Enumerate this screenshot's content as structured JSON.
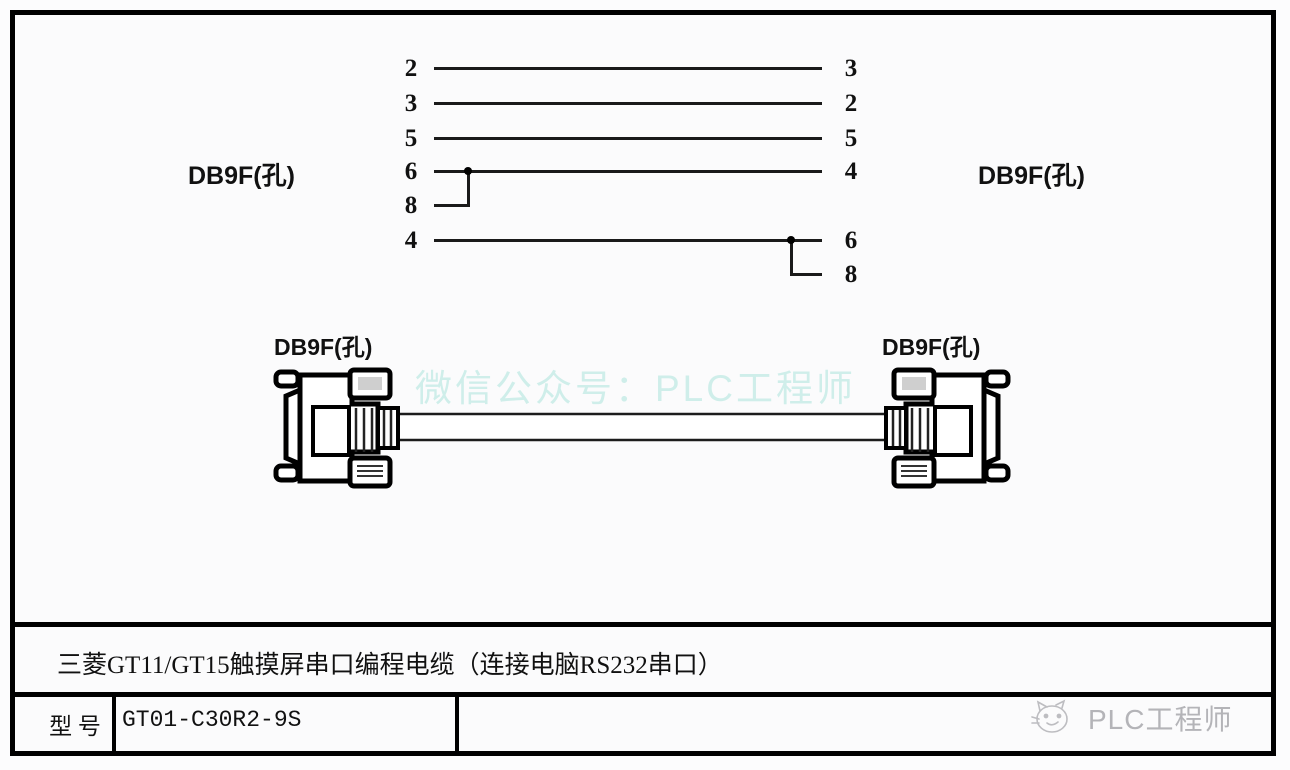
{
  "sheet": {
    "background_color": "#fbfbfc",
    "border_color": "#000000"
  },
  "pin_diagram": {
    "left_header": "DB9F(孔)",
    "right_header": "DB9F(孔)",
    "connections": [
      {
        "left_pin": "2",
        "right_pin": "3"
      },
      {
        "left_pin": "3",
        "right_pin": "2"
      },
      {
        "left_pin": "5",
        "right_pin": "5"
      },
      {
        "left_pin": "6",
        "right_pin": "4"
      },
      {
        "left_pin": "8",
        "right_pin": ""
      },
      {
        "left_pin": "4",
        "right_pin": "6"
      },
      {
        "left_pin": "",
        "right_pin": "8"
      }
    ],
    "left_pins": [
      "2",
      "3",
      "5",
      "6",
      "8",
      "4"
    ],
    "right_pins": [
      "3",
      "2",
      "5",
      "4",
      "6",
      "8"
    ],
    "left_jumper": "6-8",
    "right_jumper": "6-8"
  },
  "cable": {
    "left_connector_label": "DB9F(孔)",
    "right_connector_label": "DB9F(孔)"
  },
  "watermarks": {
    "main": "微信公众号：PLC工程师",
    "corner_text": "PLC工程师",
    "corner_icon": "cat-face-logo",
    "main_color": "#cfeeea",
    "corner_color": "#b4b4b8"
  },
  "title_block": {
    "description": "三菱GT11/GT15触摸屏串口编程电缆（连接电脑RS232串口）",
    "model_label": "型 号",
    "model_value": "GT01-C30R2-9S"
  }
}
